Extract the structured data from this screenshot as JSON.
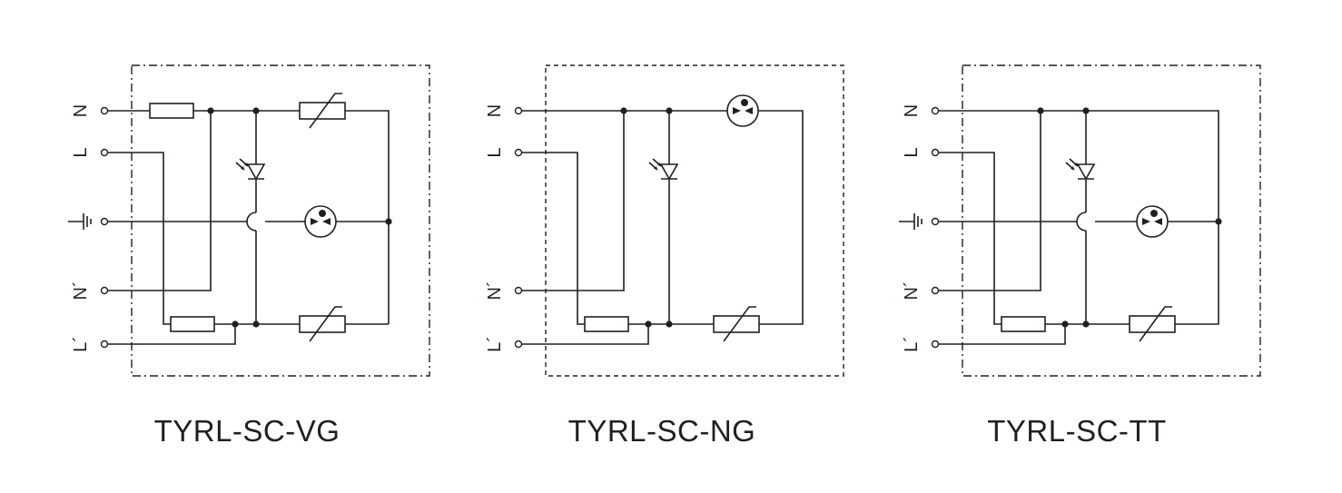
{
  "diagrams": [
    {
      "title": "TYRL-SC-VG",
      "terminals": [
        "N",
        "L",
        "",
        "N´",
        "L´"
      ],
      "icons": [
        "fuse-icon",
        "varistor-icon",
        "led-indicator-icon",
        "gas-discharge-tube-icon",
        "ground-symbol-icon"
      ]
    },
    {
      "title": "TYRL-SC-NG",
      "terminals": [
        "N",
        "L",
        "",
        "N´",
        "L´"
      ],
      "icons": [
        "fuse-icon",
        "varistor-icon",
        "led-indicator-icon",
        "gas-discharge-tube-icon"
      ]
    },
    {
      "title": "TYRL-SC-TT",
      "terminals": [
        "N",
        "L",
        "",
        "N´",
        "L´"
      ],
      "icons": [
        "fuse-icon",
        "varistor-icon",
        "led-indicator-icon",
        "gas-discharge-tube-icon",
        "ground-symbol-icon"
      ]
    }
  ],
  "colors": {
    "line": "#231f20",
    "background": "#ffffff"
  }
}
